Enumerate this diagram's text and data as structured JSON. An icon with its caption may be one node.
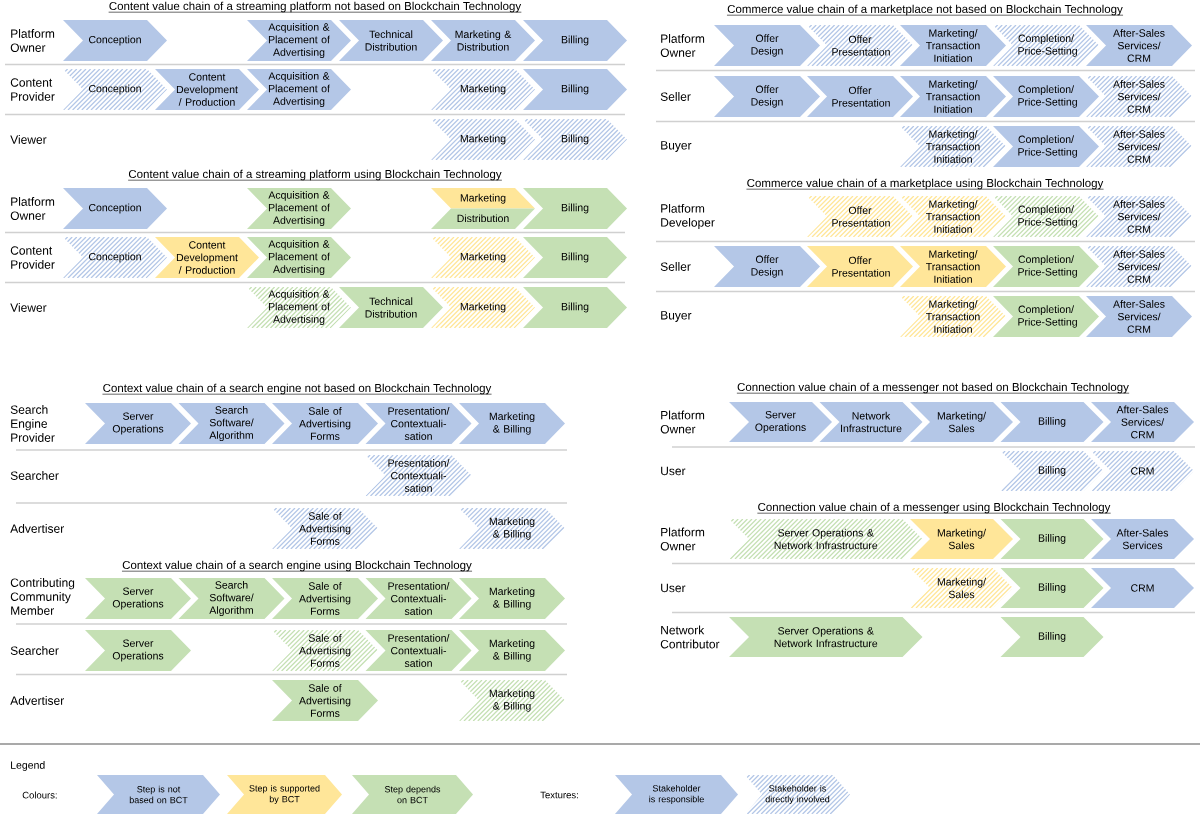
{
  "diagram": {
    "nodes": [
      {
        "text": [
          "Conception"
        ]
      },
      {
        "text": [
          "Acquisition & Placement of Advertising"
        ]
      },
      {
        "text": [
          "Technical Distribution"
        ]
      },
      {
        "text": [
          "Marketing & Distribution"
        ]
      },
      {
        "text": [
          "Billing"
        ]
      },
      {
        "text": [
          "Conception"
        ]
      },
      {
        "text": [
          "Content Development / Production"
        ]
      },
      {
        "text": [
          "Acquisition & Placement of Advertising"
        ]
      },
      {
        "text": [
          "Marketing"
        ]
      },
      {
        "text": [
          "Billing"
        ]
      },
      {
        "text": [
          "Marketing"
        ]
      },
      {
        "text": [
          "Billing"
        ]
      },
      {
        "text": [
          "Conception"
        ]
      },
      {
        "text": [
          "Acquisition & Placement of Advertising"
        ]
      },
      {
        "text": [
          "Marketing"
        ]
      },
      {
        "text": [
          "Distribution"
        ]
      },
      {
        "text": [
          "Billing"
        ]
      },
      {
        "text": [
          "Conception"
        ]
      },
      {
        "text": [
          "Content Development / Production"
        ]
      },
      {
        "text": [
          "Acquisition & Placement of Advertising"
        ]
      },
      {
        "text": [
          "Marketing"
        ]
      },
      {
        "text": [
          "Billing"
        ]
      },
      {
        "text": [
          "Acquisition & Placement of Advertising"
        ]
      },
      {
        "text": [
          "Technical Distribution"
        ]
      },
      {
        "text": [
          "Marketing"
        ]
      },
      {
        "text": [
          "Billing"
        ]
      },
      {
        "text": [
          "Offer Design"
        ]
      },
      {
        "text": [
          "Offer Presentation"
        ]
      },
      {
        "text": [
          "Marketing/ Transaction Initiation"
        ]
      },
      {
        "text": [
          "Completion/ Price-Setting"
        ]
      },
      {
        "text": [
          "After-Sales Services/ CRM"
        ]
      },
      {
        "text": [
          "Offer Design"
        ]
      },
      {
        "text": [
          "Offer Presentation"
        ]
      },
      {
        "text": [
          "Marketing/ Transaction Initiation"
        ]
      },
      {
        "text": [
          "Completion/ Price-Setting"
        ]
      },
      {
        "text": [
          "After-Sales Services/ CRM"
        ]
      },
      {
        "text": [
          "Marketing/ Transaction Initiation"
        ]
      },
      {
        "text": [
          "Completion/ Price-Setting"
        ]
      },
      {
        "text": [
          "After-Sales Services/ CRM"
        ]
      },
      {
        "text": [
          "Offer Presentation"
        ]
      },
      {
        "text": [
          "Marketing/ Transaction Initiation"
        ]
      },
      {
        "text": [
          "Completion/ Price-Setting"
        ]
      },
      {
        "text": [
          "After-Sales Services/ CRM"
        ]
      },
      {
        "text": [
          "Offer Design"
        ]
      },
      {
        "text": [
          "Offer Presentation"
        ]
      },
      {
        "text": [
          "Marketing/ Transaction Initiation"
        ]
      },
      {
        "text": [
          "Completion/ Price-Setting"
        ]
      },
      {
        "text": [
          "After-Sales Services/ CRM"
        ]
      },
      {
        "text": [
          "Marketing/ Transaction Initiation"
        ]
      },
      {
        "text": [
          "Completion/ Price-Setting"
        ]
      },
      {
        "text": [
          "After-Sales Services/ CRM"
        ]
      },
      {
        "text": [
          "Server Operations"
        ]
      },
      {
        "text": [
          "Search Software/ Algorithm"
        ]
      },
      {
        "text": [
          "Sale of Advertising Forms"
        ]
      },
      {
        "text": [
          "Presentation/ Contextuali- sation"
        ]
      },
      {
        "text": [
          "Marketing & Billing"
        ]
      },
      {
        "text": [
          "Presentation/ Contextuali- sation"
        ]
      },
      {
        "text": [
          "Sale of Advertising Forms"
        ]
      },
      {
        "text": [
          "Marketing & Billing"
        ]
      },
      {
        "text": [
          "Server Operations"
        ]
      },
      {
        "text": [
          "Search Software/ Algorithm"
        ]
      },
      {
        "text": [
          "Sale of Advertising Forms"
        ]
      },
      {
        "text": [
          "Presentation/ Contextuali- sation"
        ]
      },
      {
        "text": [
          "Marketing & Billing"
        ]
      },
      {
        "text": [
          "Server Operations"
        ]
      },
      {
        "text": [
          "Sale of Advertising Forms"
        ]
      },
      {
        "text": [
          "Presentation/ Contextuali- sation"
        ]
      },
      {
        "text": [
          "Marketing & Billing"
        ]
      },
      {
        "text": [
          "Sale of Advertising Forms"
        ]
      },
      {
        "text": [
          "Marketing & Billing"
        ]
      },
      {
        "text": [
          "Server Operations"
        ]
      },
      {
        "text": [
          "Network Infrastructure"
        ]
      },
      {
        "text": [
          "Marketing/ Sales"
        ]
      },
      {
        "text": [
          "Billing"
        ]
      },
      {
        "text": [
          "After-Sales Services/ CRM"
        ]
      },
      {
        "text": [
          "Billing"
        ]
      },
      {
        "text": [
          "CRM"
        ]
      },
      {
        "text": [
          "Server Operations & Network Infrastructure"
        ]
      },
      {
        "text": [
          "Marketing/ Sales"
        ]
      },
      {
        "text": [
          "Billing"
        ]
      },
      {
        "text": [
          "After-Sales Services"
        ]
      },
      {
        "text": [
          "Marketing/ Sales"
        ]
      },
      {
        "text": [
          "Billing"
        ]
      },
      {
        "text": [
          "CRM"
        ]
      },
      {
        "text": [
          "Server Operations & Network Infrastructure"
        ]
      },
      {
        "text": [
          "Billing"
        ]
      }
    ],
    "labels": [
      "Content value chain of a streaming platform not based on Blockchain Technology",
      "Platform Owner",
      "Content Provider",
      "Viewer",
      "Content value chain of a streaming platform using Blockchain Technology",
      "Platform Owner",
      "Content Provider",
      "Viewer",
      "Commerce value chain of a marketplace not based on Blockchain Technology",
      "Platform Owner",
      "Seller",
      "Buyer",
      "Commerce value chain of a marketplace using Blockchain Technology",
      "Platform Developer",
      "Seller",
      "Buyer",
      "Context value chain of a search engine not based on Blockchain Technology",
      "Search Engine Provider",
      "Searcher",
      "Advertiser",
      "Context value chain of a search engine using Blockchain Technology",
      "Contributing Community Member",
      "Searcher",
      "Advertiser",
      "Connection value chain of a messenger not based on Blockchain Technology",
      "Platform Owner",
      "User",
      "Connection value chain of a messenger using Blockchain Technology",
      "Platform Owner",
      "User",
      "Network Contributor",
      "Legend",
      "Colours:",
      "Textures:"
    ],
    "legend": [
      {
        "text": "Step is not based on BCT",
        "color": "#b4c7e7"
      },
      {
        "text": "Step is supported by BCT",
        "color": "#ffe699"
      },
      {
        "text": "Step depends on BCT",
        "color": "#c5e0b4"
      },
      {
        "text": "Stakeholder is responsible"
      },
      {
        "text": "Stakeholder is directly involved"
      }
    ]
  }
}
